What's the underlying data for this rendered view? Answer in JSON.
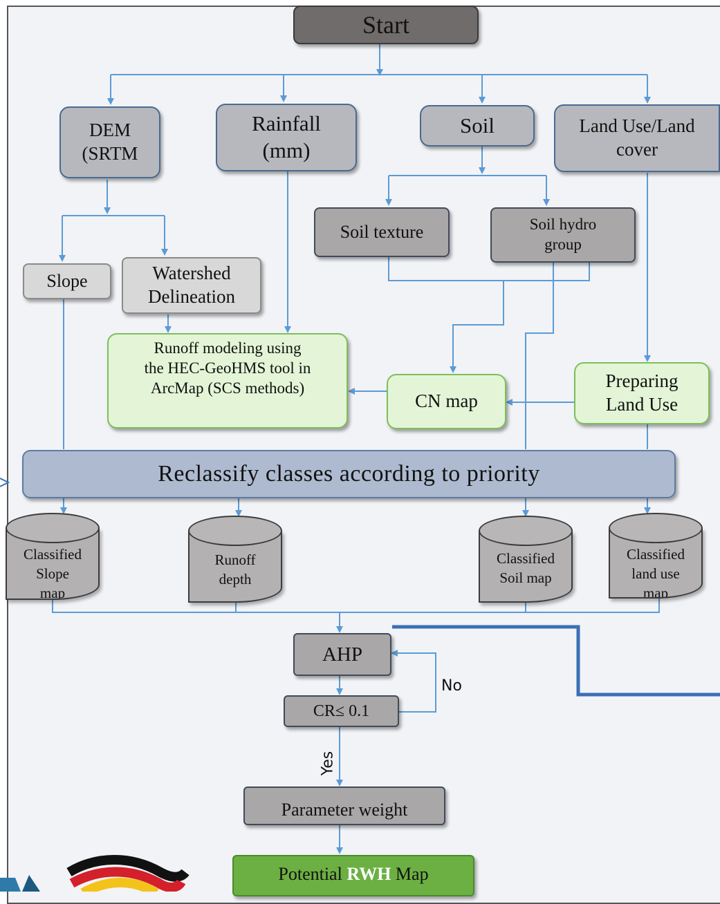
{
  "nodes": {
    "start": "Start",
    "dem": "DEM\n(SRTM",
    "rainfall": "Rainfall\n(mm)",
    "soil": "Soil",
    "landuse": "Land Use/Land\ncover",
    "soil_texture": "Soil texture",
    "soil_hydro": "Soil hydro\ngroup",
    "slope": "Slope",
    "watershed": "Watershed\nDelineation",
    "runoff_model": "Runoff modeling using\nthe HEC-GeoHMS tool in\nArcMap (SCS methods)",
    "cn_map": "CN map",
    "prep_landuse": "Preparing\nLand Use",
    "reclassify": "Reclassify classes according to priority",
    "classified_slope": "Classified\nSlope\nmap",
    "runoff_depth": "Runoff\ndepth",
    "classified_soil": "Classified\nSoil map",
    "classified_landuse": "Classified\nland use\nmap",
    "ahp": "AHP",
    "cr": "CR≤ 0.1",
    "param_weight": "Parameter weight",
    "potential_prefix": "Potential ",
    "potential_rwh": "RWH",
    "potential_suffix": " Map"
  },
  "edge_labels": {
    "no": "No",
    "yes": "Yes"
  },
  "colors": {
    "arrow": "#5b9bd5",
    "accent_line": "#3a6fb5",
    "dark_box": "#6f6c6b",
    "green_box": "#e3f5d6",
    "final_box": "#6cb043",
    "reclass_bar": "#aebad0"
  }
}
